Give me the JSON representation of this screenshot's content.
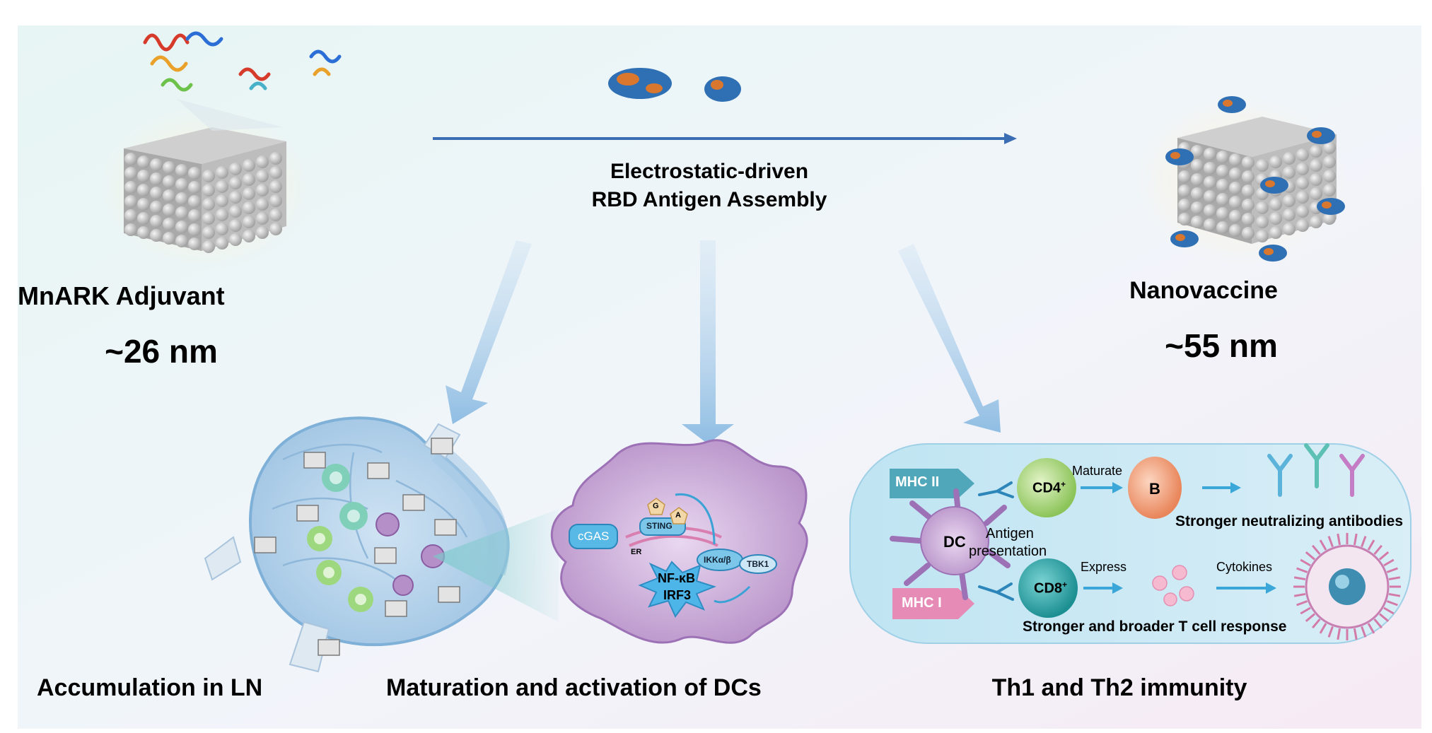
{
  "top": {
    "adjuvant_label": "MnARK Adjuvant",
    "adjuvant_size": "~26 nm",
    "assembly_line1": "Electrostatic-driven",
    "assembly_line2": "RBD Antigen Assembly",
    "nanovaccine_label": "Nanovaccine",
    "nanovaccine_size": "~55 nm"
  },
  "bottom": {
    "ln_label": "Accumulation in LN",
    "dc_label": "Maturation and activation of DCs",
    "immunity_label": "Th1 and Th2 immunity"
  },
  "dc_cell": {
    "cgas": "cGAS",
    "sting": "STING",
    "er": "ER",
    "g": "G",
    "a": "A",
    "ikk": "IKKα/β",
    "tbk1": "TBK1",
    "nfkb": "NF-κB",
    "irf3": "IRF3"
  },
  "immunity_panel": {
    "mhc2": "MHC II",
    "mhc1": "MHC I",
    "dc": "DC",
    "cd4": "CD4",
    "cd8": "CD8",
    "cd_sup": "+",
    "b_cell": "B",
    "maturate": "Maturate",
    "express": "Express",
    "cytokines": "Cytokines",
    "antigen_line1": "Antigen",
    "antigen_line2": "presentation",
    "antibodies": "Stronger neutralizing antibodies",
    "tcell": "Stronger and broader T cell response"
  },
  "colors": {
    "arrow_blue": "#3a6db3",
    "dc_purple": "#b58fc7",
    "mhc2_teal": "#4fa7b9",
    "mhc1_pink": "#e58bb6",
    "cd4_green": "#a3d36f",
    "cd8_teal": "#2aa6a6",
    "bcell_orange": "#f29a6c"
  }
}
